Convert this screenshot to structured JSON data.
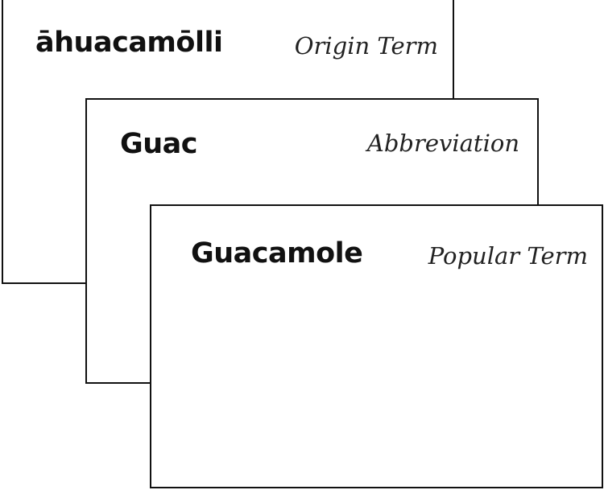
{
  "cards": [
    {
      "term": "āhuacamōlli",
      "label": "Origin Term"
    },
    {
      "term": "Guac",
      "label": "Abbreviation"
    },
    {
      "term": "Guacamole",
      "label": "Popular Term"
    }
  ]
}
